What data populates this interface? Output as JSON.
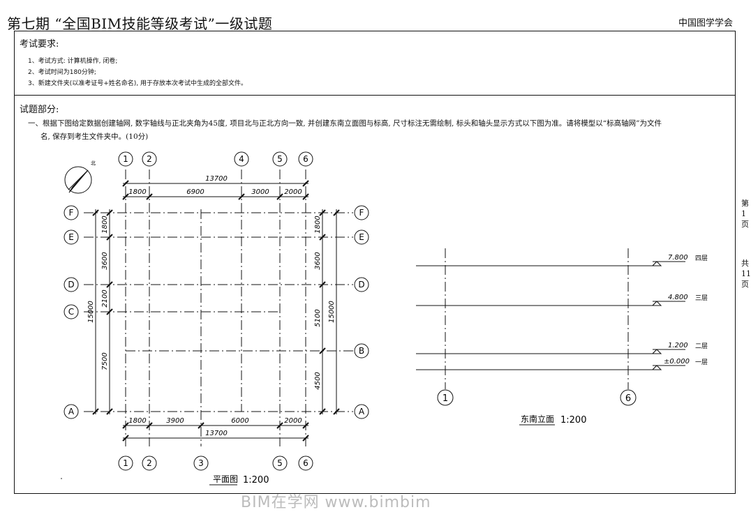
{
  "header": {
    "title": "第七期 “全国BIM技能等级考试”一级试题",
    "org": "中国图学学会"
  },
  "requirements": {
    "heading": "考试要求:",
    "items": [
      "1、考试方式: 计算机操作, 闭卷;",
      "2、考试时间为180分钟;",
      "3、新建文件夹(以准考证号+姓名命名), 用于存放本次考试中生成的全部文件。"
    ]
  },
  "questions": {
    "heading": "试题部分:",
    "q1_line1": "一、根据下图给定数据创建轴网, 数字轴线与正北夹角为45度, 项目北与正北方向一致, 并创建东南立面图与标高, 尺寸标注无需绘制, 标头和轴头显示方式以下图为准。请将模型以“标高轴网”为文件",
    "q1_line2": "名, 保存到考生文件夹中。(10分)"
  },
  "plan": {
    "north_label": "北",
    "axes_top": [
      "1",
      "2",
      "4",
      "5",
      "6"
    ],
    "axes_bottom": [
      "1",
      "2",
      "3",
      "5",
      "6"
    ],
    "axes_left": [
      "F",
      "E",
      "D",
      "C",
      "A"
    ],
    "axes_right": [
      "F",
      "E",
      "D",
      "B",
      "A"
    ],
    "top_total": "13700",
    "top_dims": [
      "1800",
      "6900",
      "3000",
      "2000"
    ],
    "bottom_dims": [
      "1800",
      "3900",
      "6000",
      "2000"
    ],
    "bottom_total": "13700",
    "left_dims": [
      "1800",
      "3600",
      "2100",
      "7500"
    ],
    "left_total": "15000",
    "right_dims": [
      "1800",
      "3600",
      "5100",
      "4500"
    ],
    "right_total": "15000",
    "caption": "平面图",
    "scale": "1:200"
  },
  "elevation": {
    "levels": [
      {
        "value": "7.800",
        "name": "四层"
      },
      {
        "value": "4.800",
        "name": "三层"
      },
      {
        "value": "1.200",
        "name": "二层"
      },
      {
        "value": "±0.000",
        "name": "一层"
      }
    ],
    "axes": [
      "1",
      "6"
    ],
    "caption": "东南立面",
    "scale": "1:200"
  },
  "side_note": [
    "第",
    "1",
    "页",
    "共",
    "11",
    "页"
  ],
  "footer_watermark": "BIM在学网 www.bimbim"
}
